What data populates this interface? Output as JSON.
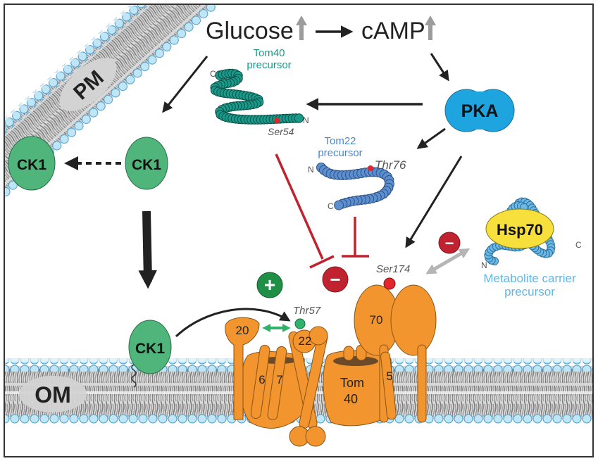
{
  "membranes": {
    "plasma_membrane_label": "PM",
    "outer_membrane_label": "OM"
  },
  "signals": {
    "glucose": "Glucose",
    "camp": "cAMP"
  },
  "kinases": {
    "pka": "PKA",
    "ck1_membrane_pm": "CK1",
    "ck1_cytosol": "CK1",
    "ck1_om": "CK1"
  },
  "precursors": {
    "tom40": {
      "name_line1": "Tom40",
      "name_line2": "precursor",
      "site": "Ser54",
      "n_label": "N",
      "c_label": "C"
    },
    "tom22": {
      "name_line1": "Tom22",
      "name_line2": "precursor",
      "site": "Thr76",
      "n_label": "N",
      "c_label": "C"
    },
    "metabolite_carrier": {
      "name_line1": "Metabolite carrier",
      "name_line2": "precursor",
      "chaperone": "Hsp70",
      "n_label": "N",
      "c_label": "C"
    }
  },
  "tom_complex": {
    "tom20": "20",
    "tom22": "22",
    "tom6": "6",
    "tom7": "7",
    "tom40_line1": "Tom",
    "tom40_line2": "40",
    "tom70": "70",
    "tom5": "5",
    "site_thr57": "Thr57",
    "site_ser174": "Ser174"
  },
  "regulation": {
    "plus_symbol": "+",
    "minus_symbol": "−"
  },
  "colors": {
    "ck1_green": "#4fb57a",
    "pka_blue": "#1ea5e0",
    "tom_orange": "#f2952e",
    "tom40_teal": "#1a9a8a",
    "tom22_blue": "#5b8fd0",
    "carrier_lightblue": "#6cb8e6",
    "hsp70_yellow": "#f7e03c",
    "inhibit_red": "#c0232f",
    "activate_green": "#1e8f45",
    "phospho_red": "#e4262c",
    "up_arrow_gray": "#9c9c9c"
  }
}
